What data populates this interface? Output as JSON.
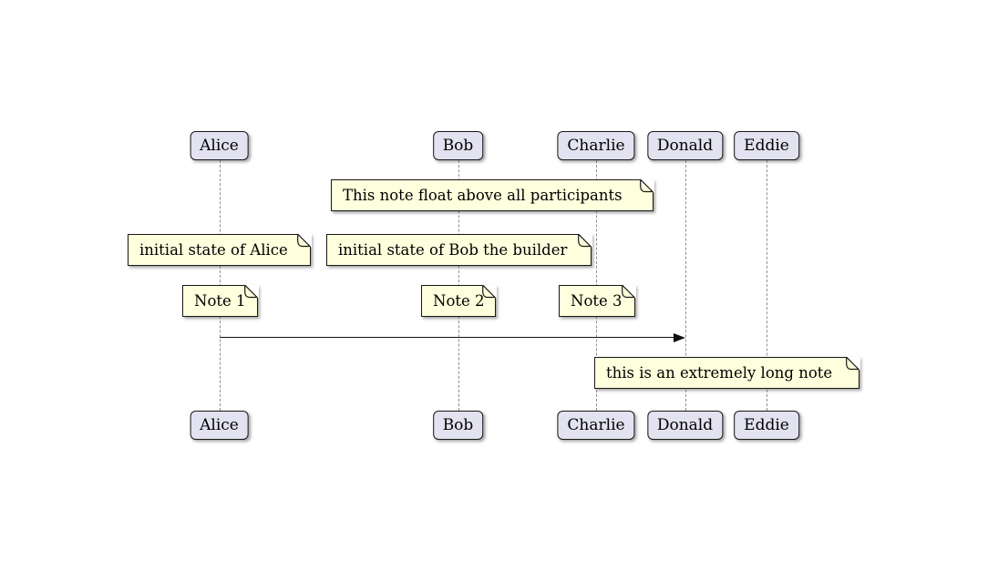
{
  "diagram_type": "sequence-diagram",
  "participants": [
    {
      "name": "Alice"
    },
    {
      "name": "Bob"
    },
    {
      "name": "Charlie"
    },
    {
      "name": "Donald"
    },
    {
      "name": "Eddie"
    }
  ],
  "notes": [
    {
      "text": "This note float above all participants"
    },
    {
      "text": "initial state of Alice"
    },
    {
      "text": "initial state of Bob the builder"
    },
    {
      "text": "Note 1"
    },
    {
      "text": "Note 2"
    },
    {
      "text": "Note 3"
    },
    {
      "text": "this is an extremely long note"
    }
  ],
  "messages": [
    {
      "from": "Alice",
      "to": "Donald",
      "label": ""
    }
  ],
  "colors": {
    "background": "#FFFFFF",
    "participant_fill": "#E2E2F0",
    "participant_border": "#181818",
    "note_fill": "#FEFFDD",
    "note_border": "#181818",
    "lifeline": "#8F8F8F",
    "arrow": "#111111",
    "text": "#000000"
  }
}
